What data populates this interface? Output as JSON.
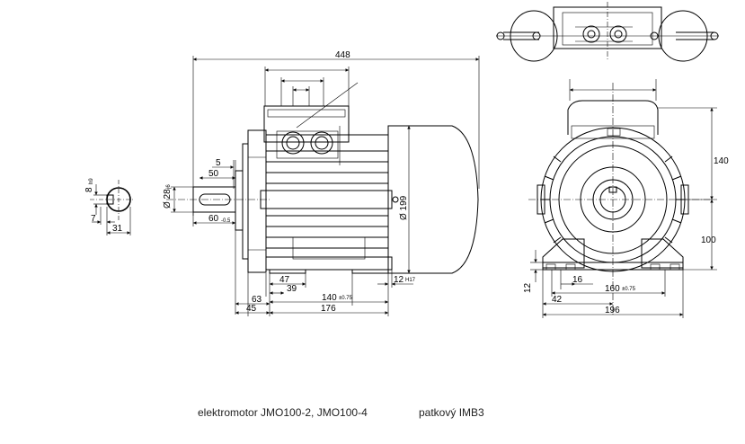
{
  "caption": {
    "model": "elektromotor JMO100-2, JMO100-4",
    "mount": "patkový IMB3"
  },
  "dimensions": {
    "overall_length": "448",
    "shaft_dia": "Ø 28",
    "shaft_tol": "j6",
    "housing_dia": "Ø 199",
    "key_width": "8",
    "key_tol": "h9",
    "d7": "7",
    "d31": "31",
    "d5": "5",
    "d50": "50",
    "d60": "60",
    "d60_tol": "-0.5",
    "d47": "47",
    "d39": "39",
    "d140": "140",
    "d140_tol": "±0.75",
    "d12": "12",
    "d12_tol": "H17",
    "d63": "63",
    "d45": "45",
    "d176": "176",
    "end_140": "140",
    "end_100": "100",
    "end_12": "12",
    "end_16": "16",
    "end_160": "160",
    "end_160_tol": "±0.75",
    "end_42": "42",
    "end_196": "196"
  }
}
